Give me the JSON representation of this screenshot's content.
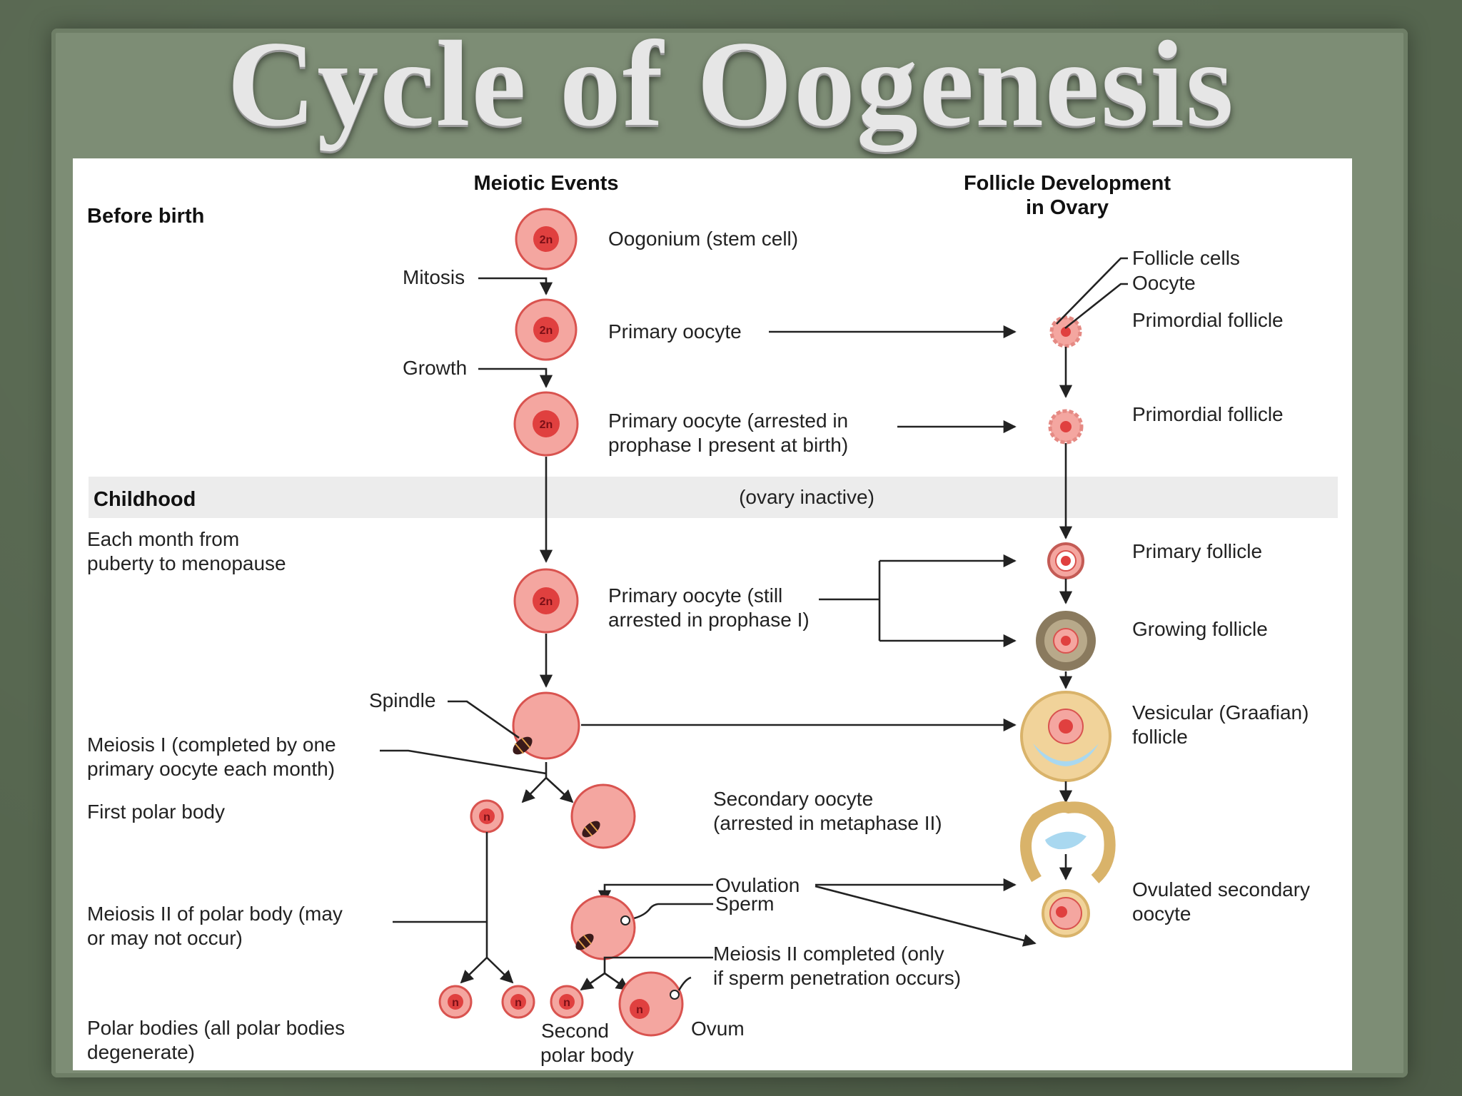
{
  "title": "Cycle of Oogenesis",
  "headers": {
    "meiotic": "Meiotic Events",
    "follicle_1": "Follicle Development",
    "follicle_2": "in Ovary"
  },
  "stages": {
    "before_birth": "Before birth",
    "childhood": "Childhood",
    "ovary_inactive": "(ovary inactive)",
    "monthly_1": "Each month from",
    "monthly_2": "puberty to menopause"
  },
  "processes": {
    "mitosis": "Mitosis",
    "growth": "Growth",
    "spindle": "Spindle",
    "meiosis1_1": "Meiosis I (completed by one",
    "meiosis1_2": "primary oocyte each month)",
    "first_polar": "First polar body",
    "meiosis2_polar_1": "Meiosis II of polar body (may",
    "meiosis2_polar_2": "or may not occur)",
    "polar_bodies_1": "Polar bodies (all polar bodies",
    "polar_bodies_2": "degenerate)"
  },
  "cells": {
    "oogonium": "Oogonium (stem cell)",
    "primary_oocyte": "Primary oocyte",
    "primary_arrested_1": "Primary oocyte (arrested in",
    "primary_arrested_2": "prophase I present at birth)",
    "primary_still_1": "Primary oocyte (still",
    "primary_still_2": "arrested in prophase I)",
    "secondary_1": "Secondary oocyte",
    "secondary_2": "(arrested in metaphase II)",
    "ovulation": "Ovulation",
    "sperm": "Sperm",
    "meiosis2_done_1": "Meiosis II completed (only",
    "meiosis2_done_2": "if sperm penetration occurs)",
    "second_polar_1": "Second",
    "second_polar_2": "polar body",
    "ovum": "Ovum"
  },
  "follicles": {
    "follicle_cells": "Follicle cells",
    "oocyte": "Oocyte",
    "primordial_1": "Primordial follicle",
    "primordial_2": "Primordial follicle",
    "primary": "Primary follicle",
    "growing": "Growing follicle",
    "vesicular_1": "Vesicular (Graafian)",
    "vesicular_2": "follicle",
    "ovulated_1": "Ovulated secondary",
    "ovulated_2": "oocyte"
  },
  "ploidy": {
    "diploid": "2n",
    "haploid": "n"
  },
  "colors": {
    "cell_fill": "#f4a6a0",
    "cell_edge": "#d9534f",
    "nucleus": "#e0403f",
    "band": "#ececec",
    "follicle_brown": "#8a7a5e",
    "antrum": "#a9d8f0",
    "granulosa": "#f1d39a"
  }
}
